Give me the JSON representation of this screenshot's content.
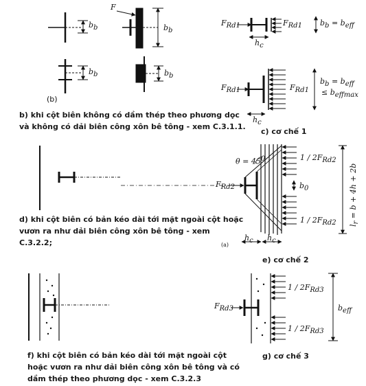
{
  "captions": {
    "b": [
      "b) khi cột biên không có dầm thép theo phương dọc",
      "và không có dải biên công xôn bê tông - xem C.3.1.1."
    ],
    "c": "c) cơ chế 1",
    "d": [
      "d) khi cột biên có bản kéo dài tới mặt ngoài cột hoặc",
      "vươn ra như dải biên công xôn bê tông - xem",
      "C.3.2.2;"
    ],
    "e": "e) cơ chế 2",
    "f": [
      "f) khi cột biên có bản kéo dài tới mặt ngoài cột",
      "hoặc vươn ra như dải biên công xôn bê tông và có",
      "dầm thép theo phương dọc - xem C.3.2.3"
    ],
    "g": "g) cơ chế 3"
  },
  "labels": {
    "bb": "b",
    "bb_sub": "b",
    "F": "F",
    "panel_b": "(b)",
    "FRd1": "F",
    "Rd1": "Rd1",
    "hc": "h",
    "hc_sub": "c",
    "beq": "b",
    "beq_text": "= b",
    "eff": "eff",
    "leq": "≤ b",
    "effmax": "effmax",
    "theta": "θ = 45",
    "deg": "0",
    "half": "1 / 2F",
    "Rd2": "Rd2",
    "Rd3": "Rd3",
    "FRd2": "F",
    "FRd3": "F",
    "lr_eq": "l",
    "lr_formula": "= b + 4h + 2b",
    "a_mark": "(a)",
    "beff": "b"
  }
}
